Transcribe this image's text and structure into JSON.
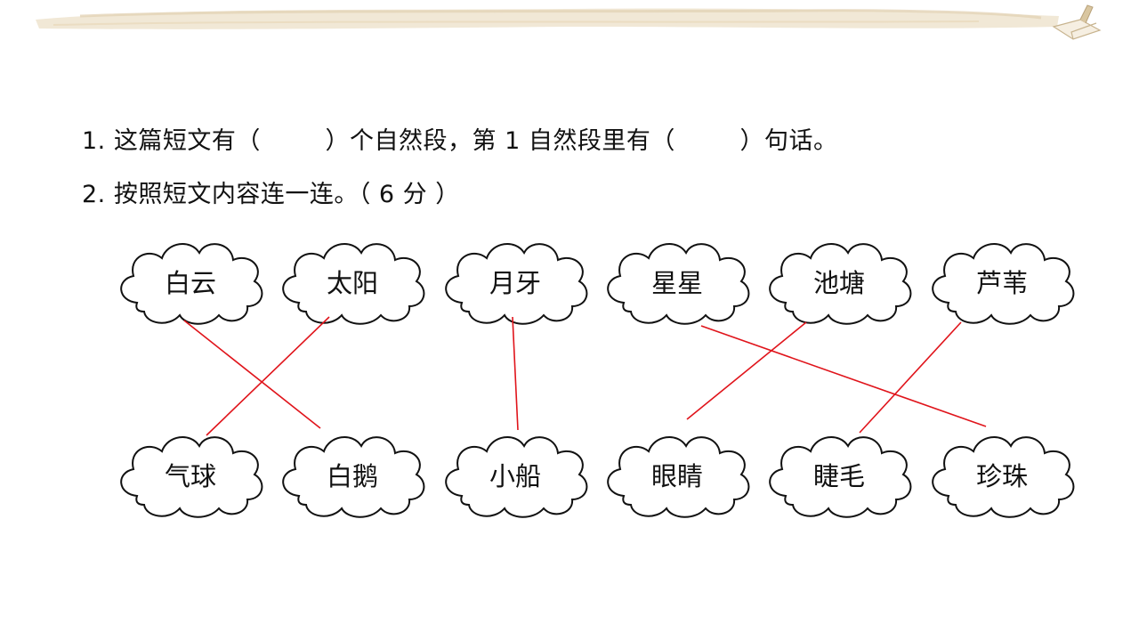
{
  "questions": [
    "1. 这篇短文有（        ）个自然段，第 1 自然段里有（        ）句话。",
    "2. 按照短文内容连一连。（ 6 分 ）"
  ],
  "colors": {
    "line": "#e0141b",
    "outline": "#111111",
    "band": "#e9dcc4"
  },
  "matching": {
    "top_words": [
      "白云",
      "太阳",
      "月牙",
      "星星",
      "池塘",
      "芦苇"
    ],
    "bottom_words": [
      "气球",
      "白鹅",
      "小船",
      "眼睛",
      "睫毛",
      "珍珠"
    ],
    "pairs": [
      {
        "top": "白云",
        "bottom": "白鹅"
      },
      {
        "top": "太阳",
        "bottom": "气球"
      },
      {
        "top": "月牙",
        "bottom": "小船"
      },
      {
        "top": "星星",
        "bottom": "珍珠"
      },
      {
        "top": "池塘",
        "bottom": "眼睛"
      },
      {
        "top": "芦苇",
        "bottom": "睫毛"
      }
    ]
  },
  "icons": [
    "book-corner-icon"
  ]
}
